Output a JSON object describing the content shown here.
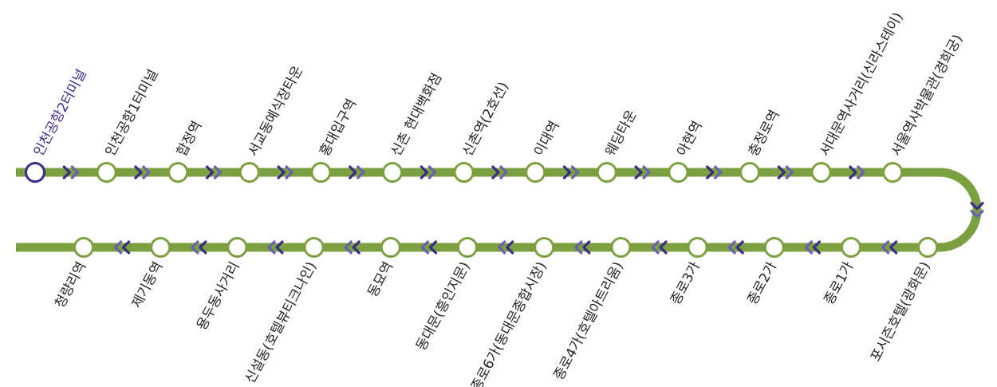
{
  "colors": {
    "track": "#7aa040",
    "arrow_dark": "#3b2a8a",
    "arrow_light": "#6a5fb0",
    "station_fill": "#ffffff",
    "label": "#222222",
    "current_station": "#3b2a8a"
  },
  "current_station_index": 0,
  "upper_stations": [
    {
      "name": "인천공항2터미널"
    },
    {
      "name": "인천공항1터미널"
    },
    {
      "name": "합정역"
    },
    {
      "name": "서교동예식장타운"
    },
    {
      "name": "홍대입구역"
    },
    {
      "name": "신촌 현대백화점"
    },
    {
      "name": "신촌역(2호선)"
    },
    {
      "name": "이대역"
    },
    {
      "name": "웨딩타운"
    },
    {
      "name": "아현역"
    },
    {
      "name": "충정로역"
    },
    {
      "name": "서대문역사거리(신라스테이)"
    },
    {
      "name": "서울역사박물관(경희궁)"
    }
  ],
  "lower_stations": [
    {
      "name": "청량리역"
    },
    {
      "name": "제기동역"
    },
    {
      "name": "용두동사거리"
    },
    {
      "name": "신설동(호텔뷰티크나인)"
    },
    {
      "name": "동묘역"
    },
    {
      "name": "동대문(흥인지문)"
    },
    {
      "name": "종로6가(동대문종합시장)"
    },
    {
      "name": "종로4가(호텔아트리움)"
    },
    {
      "name": "종로3가"
    },
    {
      "name": "종로2가"
    },
    {
      "name": "종로1가"
    },
    {
      "name": "포시즌호텔(광화문)"
    }
  ],
  "direction_icons": {
    "upper": "double-chevron-right-icon",
    "turn": "double-chevron-down-icon",
    "lower": "double-chevron-left-icon"
  }
}
